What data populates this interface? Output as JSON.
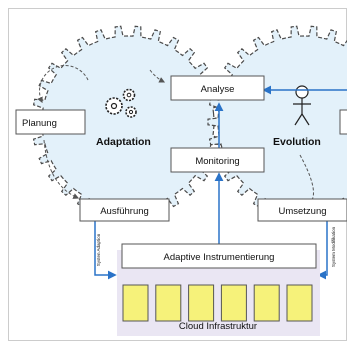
{
  "colors": {
    "gear_fill": "#e3f1fa",
    "gear_stroke": "#4a4a4a",
    "arrow_blue": "#2a73c8",
    "cell_fill": "#f6f27a",
    "cloud_fill": "#eae6f3",
    "box_stroke": "#555555"
  },
  "boxes": {
    "analyse": "Analyse",
    "monitoring": "Monitoring",
    "planung": "Planung",
    "ausfuehrung": "Ausführung",
    "umsetzung": "Umsetzung",
    "adaptive_instrumentierung": "Adaptive Instrumentierung",
    "cloud_infrastruktur": "Cloud Infrastruktur"
  },
  "gears": {
    "left_label": "Adaptation",
    "right_label": "Evolution",
    "left_icon": "gears-icon",
    "right_icon": "person-icon"
  },
  "side_labels": {
    "left": "Systen Adaption",
    "right": "System Modifikation"
  },
  "cloud_cells": 6
}
